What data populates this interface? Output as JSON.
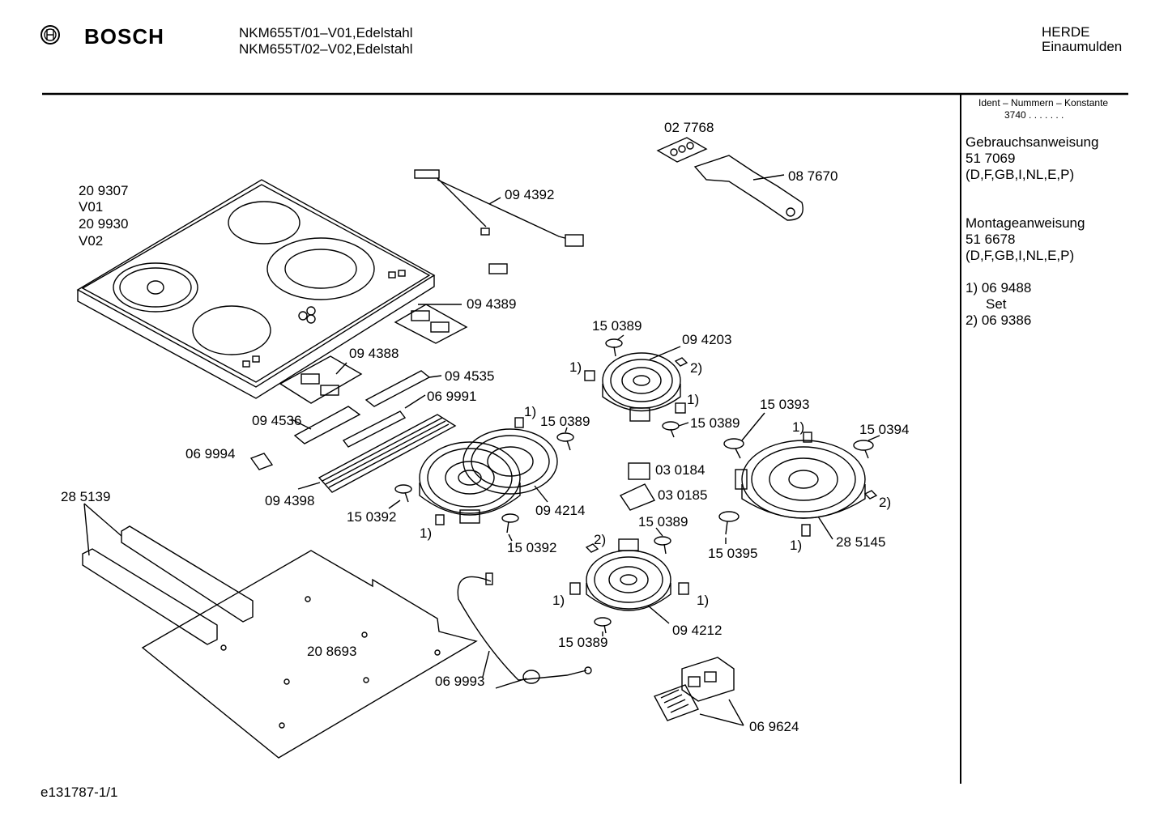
{
  "header": {
    "brand": "BOSCH",
    "model_line_1": "NKM655T/01–V01,Edelstahl",
    "model_line_2": "NKM655T/02–V02,Edelstahl",
    "category_line_1": "HERDE",
    "category_line_2": "Einaumulden"
  },
  "sidebar": {
    "ident_caption": "Ident – Nummern – Konstante",
    "ident_value": "3740  .  .  .   .  .  .  .",
    "manual_1_title": "Gebrauchsanweisung",
    "manual_1_number": "51 7069",
    "manual_1_langs": "(D,F,GB,I,NL,E,P)",
    "manual_2_title": "Montageanweisung",
    "manual_2_number": "51 6678",
    "manual_2_langs": "(D,F,GB,I,NL,E,P)",
    "note_1": "1)  06 9488",
    "note_1_sub": "Set",
    "note_2": "2)  06 9386"
  },
  "footer": {
    "code": "e131787-1/1"
  },
  "parts": {
    "p209307": "20 9307",
    "v01": "V01",
    "p209930": "20 9930",
    "v02": "V02",
    "p094392": "09 4392",
    "p027768": "02 7768",
    "p087670": "08 7670",
    "p094389": "09 4389",
    "p094388": "09 4388",
    "p094535": "09 4535",
    "p069991": "06 9991",
    "p094536": "09 4536",
    "p069994": "06 9994",
    "p094398": "09 4398",
    "p285139": "28 5139",
    "p150392a": "15 0392",
    "p150389a": "15 0389",
    "p094214": "09 4214",
    "p150392b": "15 0392",
    "p150389b": "15 0389",
    "p094203": "09 4203",
    "p150389c": "15 0389",
    "p030184": "03 0184",
    "p030185": "03 0185",
    "p150393": "15 0393",
    "p150394": "15 0394",
    "p285145": "28 5145",
    "p150395": "15 0395",
    "p150389d": "15 0389",
    "p094212": "09 4212",
    "p150389e": "15 0389",
    "p208693": "20 8693",
    "p069993": "06 9993",
    "p069624": "06 9624"
  },
  "notes": {
    "n1a": "1)",
    "n2a": "2)",
    "n1b": "1)",
    "n1c": "1)",
    "n1d": "1)",
    "n1e": "1)",
    "n2b": "2)",
    "n1f": "1)",
    "n2c": "2)",
    "n1g": "1)",
    "n1h": "1)"
  }
}
